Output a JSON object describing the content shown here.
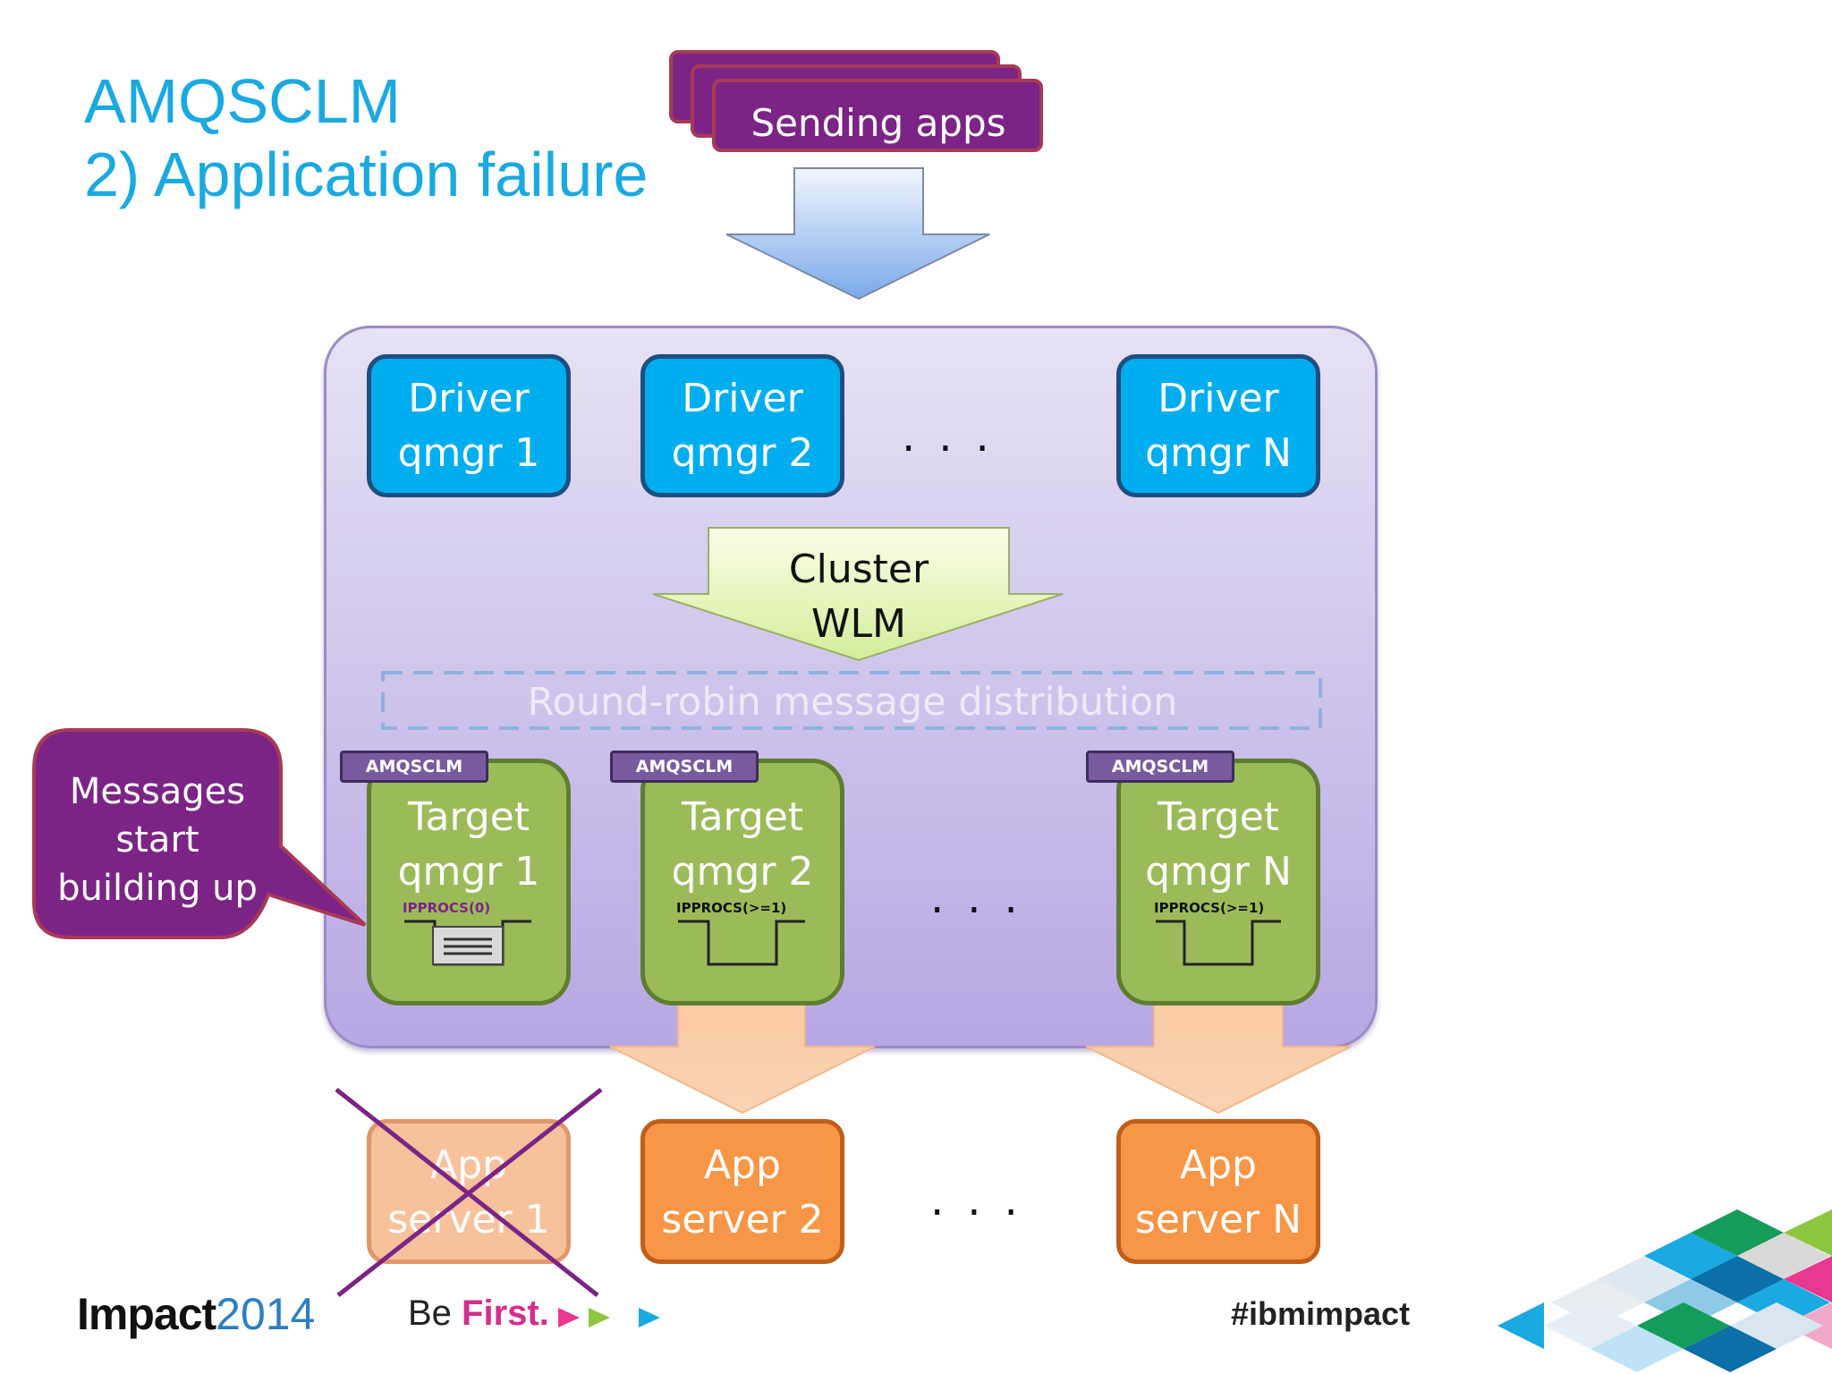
{
  "title": {
    "line1": "AMQSCLM",
    "line2": "2) Application failure"
  },
  "sending_apps": "Sending apps",
  "drivers": [
    {
      "line1": "Driver",
      "line2": "qmgr 1"
    },
    {
      "line1": "Driver",
      "line2": "qmgr 2"
    },
    {
      "line1": "Driver",
      "line2": "qmgr N"
    }
  ],
  "ellipsis": "...",
  "cluster_wlm": {
    "line1": "Cluster",
    "line2": "WLM"
  },
  "round_robin": "Round-robin message distribution",
  "targets": [
    {
      "tag": "AMQSCLM",
      "line1": "Target",
      "line2": "qmgr 1",
      "ipprocs": "IPPROCS(0)"
    },
    {
      "tag": "AMQSCLM",
      "line1": "Target",
      "line2": "qmgr 2",
      "ipprocs": "IPPROCS(>=1)"
    },
    {
      "tag": "AMQSCLM",
      "line1": "Target",
      "line2": "qmgr N",
      "ipprocs": "IPPROCS(>=1)"
    }
  ],
  "app_servers": [
    {
      "line1": "App",
      "line2": "server 1",
      "status": "failed"
    },
    {
      "line1": "App",
      "line2": "server 2",
      "status": "running"
    },
    {
      "line1": "App",
      "line2": "server N",
      "status": "running"
    }
  ],
  "callout": {
    "line1": "Messages",
    "line2": "start",
    "line3": "building up"
  },
  "footer": {
    "impact": "Impact",
    "year": "2014",
    "be": "Be ",
    "first": "First.",
    "hashtag": "#ibmimpact"
  },
  "colors": {
    "title": "#1aa9e0",
    "driver": "#00aeef",
    "target": "#9bbb59",
    "app_server": "#f79646",
    "app_server_failed": "#f7c29b",
    "sending_apps": "#7b2485",
    "panel": "#b7a7e3",
    "fail_cross": "#7b2485"
  }
}
